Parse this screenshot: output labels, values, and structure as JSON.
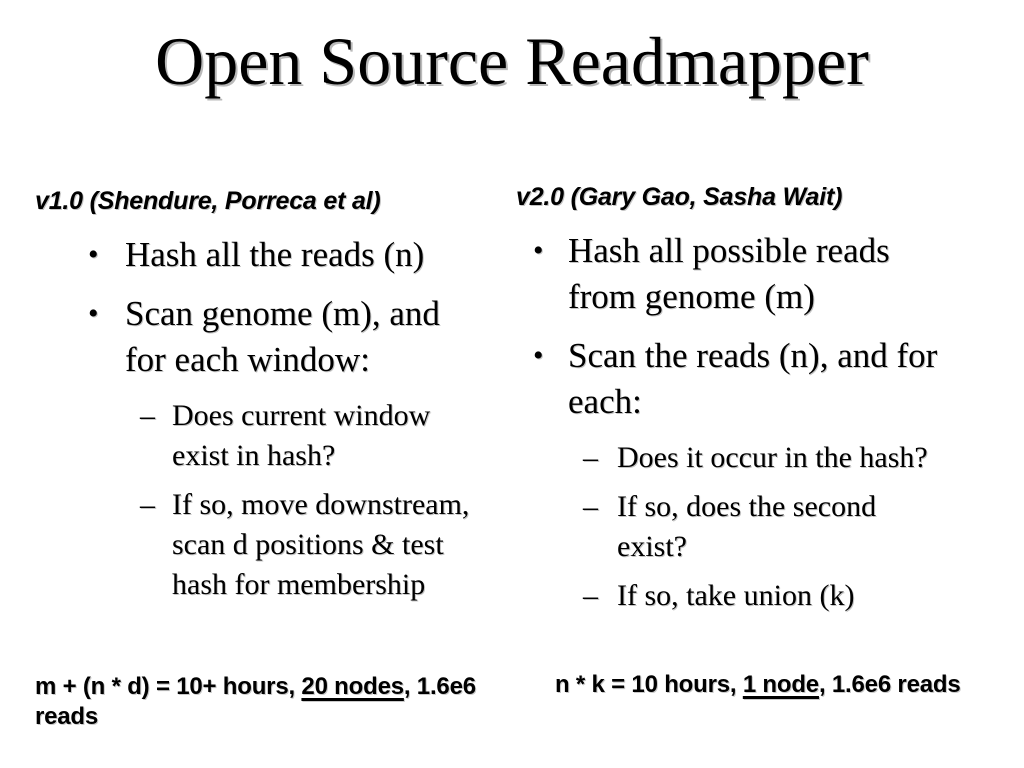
{
  "title": "Open Source Readmapper",
  "markers": {
    "bullet": "•",
    "dash": "–"
  },
  "left": {
    "header": "v1.0 (Shendure, Porreca et al)",
    "bullets": [
      "Hash all the reads (n)",
      "Scan genome (m), and for each window:"
    ],
    "subbullets": [
      "Does current window exist in hash?",
      "If so, move downstream, scan d positions & test hash for membership"
    ],
    "footer": {
      "pre": "m + (n * d) = 10+ hours, ",
      "underlined": "20 nodes",
      "post": ", 1.6e6 reads"
    }
  },
  "right": {
    "header": "v2.0 (Gary Gao, Sasha Wait)",
    "bullets": [
      "Hash all possible reads from genome (m)",
      "Scan the reads (n), and for each:"
    ],
    "subbullets": [
      "Does it occur in the hash?",
      "If so, does the second exist?",
      "If so, take union (k)"
    ],
    "footer": {
      "pre": "n * k = 10 hours, ",
      "underlined": "1 node",
      "post": ", 1.6e6 reads"
    }
  },
  "colors": {
    "background": "#ffffff",
    "text": "#000000",
    "shadow": "#bdbdbd"
  }
}
